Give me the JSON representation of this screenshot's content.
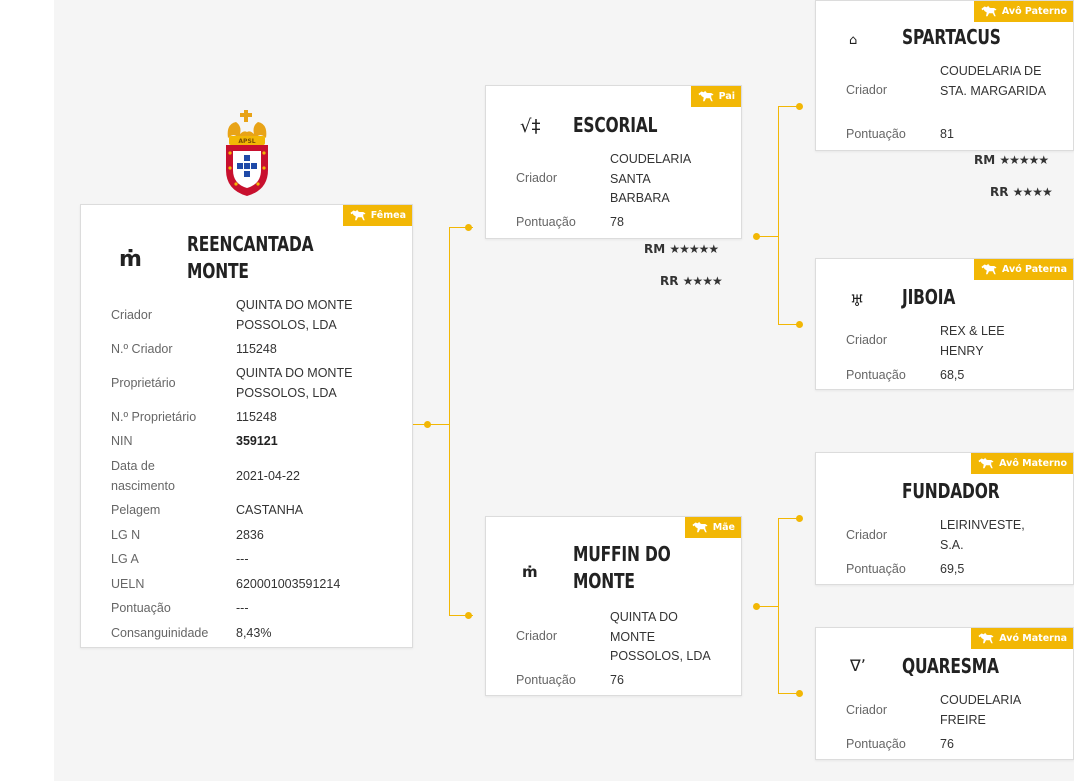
{
  "horse": {
    "name_line1": "REENCANTADA",
    "name_line2": "MONTE",
    "badge": "Fêmea",
    "mark": "ṁ",
    "fields": {
      "criador_label": "Criador",
      "criador_value": "QUINTA DO MONTE POSSOLOS, LDA",
      "n_criador_label": "N.º Criador",
      "n_criador_value": "115248",
      "proprietario_label": "Proprietário",
      "proprietario_value": "QUINTA DO MONTE POSSOLOS, LDA",
      "n_proprietario_label": "N.º Proprietário",
      "n_proprietario_value": "115248",
      "nin_label": "NIN",
      "nin_value": "359121",
      "nascimento_label": "Data de nascimento",
      "nascimento_value": "2021-04-22",
      "pelagem_label": "Pelagem",
      "pelagem_value": "CASTANHA",
      "lgn_label": "LG N",
      "lgn_value": "2836",
      "lga_label": "LG A",
      "lga_value": "---",
      "ueln_label": "UELN",
      "ueln_value": "620001003591214",
      "pontuacao_label": "Pontuação",
      "pontuacao_value": "---",
      "consanguinidade_label": "Consanguinidade",
      "consanguinidade_value": "8,43%"
    }
  },
  "pai": {
    "name": "ESCORIAL",
    "badge": "Pai",
    "mark": "√‡",
    "criador_label": "Criador",
    "criador_value": "COUDELARIA SANTA BARBARA",
    "pontuacao_label": "Pontuação",
    "pontuacao_value": "78",
    "rm_label": "RM",
    "rm_stars": "★★★★★",
    "rr_label": "RR",
    "rr_stars": "★★★★"
  },
  "mae": {
    "name_line1": "MUFFIN DO",
    "name_line2": "MONTE",
    "badge": "Mãe",
    "mark": "ṁ",
    "criador_label": "Criador",
    "criador_value": "QUINTA DO MONTE POSSOLOS, LDA",
    "pontuacao_label": "Pontuação",
    "pontuacao_value": "76"
  },
  "avo_paterno_1": {
    "name": "SPARTACUS",
    "badge": "Avô Paterno",
    "mark": "⌂",
    "criador_label": "Criador",
    "criador_value": "COUDELARIA DE STA. MARGARIDA",
    "pontuacao_label": "Pontuação",
    "pontuacao_value": "81",
    "rm_label": "RM",
    "rm_stars": "★★★★★",
    "rr_label": "RR",
    "rr_stars": "★★★★"
  },
  "avo_paterna": {
    "name": "JIBOIA",
    "badge": "Avó Paterna",
    "mark": "♅",
    "criador_label": "Criador",
    "criador_value": "REX & LEE HENRY",
    "pontuacao_label": "Pontuação",
    "pontuacao_value": "68,5"
  },
  "avo_materno": {
    "name": "FUNDADOR",
    "badge": "Avô Materno",
    "criador_label": "Criador",
    "criador_value": "LEIRINVESTE, S.A.",
    "pontuacao_label": "Pontuação",
    "pontuacao_value": "69,5"
  },
  "avo_materna": {
    "name": "QUARESMA",
    "badge": "Avó Materna",
    "mark": "∇ʼ",
    "criador_label": "Criador",
    "criador_value": "COUDELARIA FREIRE",
    "pontuacao_label": "Pontuação",
    "pontuacao_value": "76"
  },
  "crest": {
    "text": "APSL"
  },
  "colors": {
    "accent": "#f2b705",
    "background": "#f5f5f5",
    "crest_red": "#c8102e"
  }
}
